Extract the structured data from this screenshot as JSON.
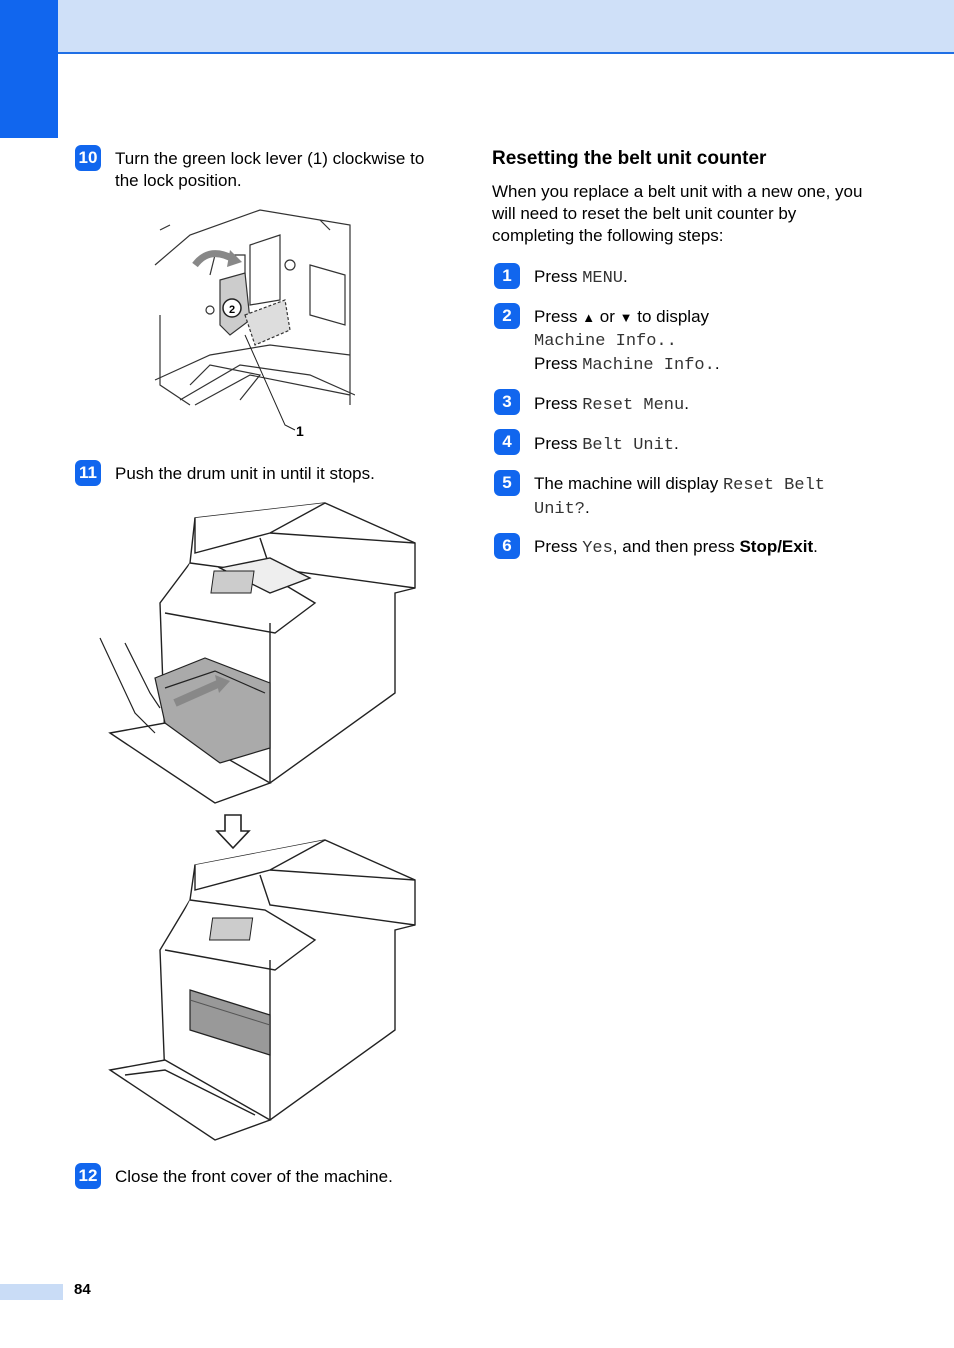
{
  "page": {
    "number": "84"
  },
  "left_steps": [
    {
      "num": "10",
      "text": "Turn the green lock lever (1) clockwise to the lock position."
    },
    {
      "num": "11",
      "text": "Push the drum unit in until it stops."
    },
    {
      "num": "12",
      "text": "Close the front cover of the machine."
    }
  ],
  "illustration": {
    "callout": "1",
    "lever_mark": "2"
  },
  "section": {
    "title": "Resetting the belt unit counter",
    "intro": "When you replace a belt unit with a new one, you will need to reset the belt unit counter by completing the following steps:"
  },
  "right_steps": [
    {
      "num": "1",
      "pre": "Press ",
      "code": "MENU",
      "post": "."
    },
    {
      "num": "2",
      "pre": "Press ",
      "up": "▲",
      "mid": " or ",
      "down": "▼",
      "post": " to display",
      "code": "Machine Info..",
      "line2_pre": "Press ",
      "line2_code": "Machine Info.",
      "line2_post": "."
    },
    {
      "num": "3",
      "pre": "Press ",
      "code": "Reset Menu",
      "post": "."
    },
    {
      "num": "4",
      "pre": "Press ",
      "code": "Belt Unit",
      "post": "."
    },
    {
      "num": "5",
      "pre": "The machine will display ",
      "code": "Reset Belt",
      "code2": "Unit?",
      "post": "."
    },
    {
      "num": "6",
      "pre": "Press ",
      "code": "Yes",
      "mid": ", and then press ",
      "bold": "Stop/Exit",
      "post": "."
    }
  ]
}
